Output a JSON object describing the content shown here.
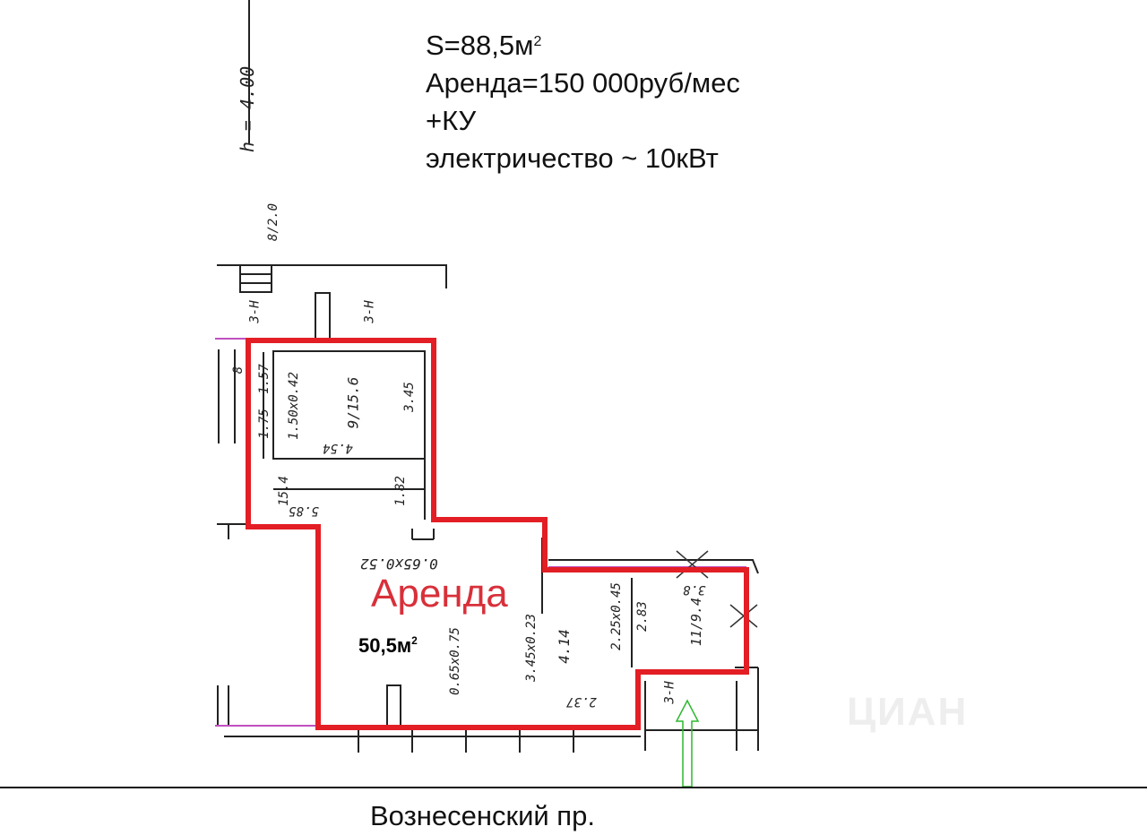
{
  "info": {
    "area_total": "S=88,5м",
    "area_sup": "2",
    "rent": "Аренда=150 000руб/мес",
    "utilities": "+КУ",
    "electricity": "электричество ~ 10кВт"
  },
  "plan": {
    "rent_label": "Аренда",
    "rent_area": "50,5м",
    "rent_area_sup": "2",
    "highlight_color": "#e31e24",
    "labels": {
      "height": "h = 4.00",
      "frac_top": "8/2.0",
      "stair_mark_1": "3-Н",
      "stair_mark_2": "3-Н",
      "stair_mark_3": "3-Н",
      "room9": "9/15.6",
      "dim_150": "1.50x0.42",
      "dim_345": "3.45",
      "dim_157": "1.57",
      "dim_175": "1.75",
      "dim_8": "8",
      "dim_454": "4.54",
      "dim_154": "15.4",
      "dim_182": "1.82",
      "dim_585": "5.85",
      "dim_065_052": "0.65x0.52",
      "dim_065_075": "0.65x0.75",
      "dim_345_023": "3.45x0.23",
      "dim_414": "4.14",
      "dim_237": "2.37",
      "dim_245": "2.25x0.45",
      "dim_283": "2.83",
      "room11": "11/9.4",
      "dim_38": "3.8"
    }
  },
  "street": "Вознесенский пр.",
  "watermark": "ЦИАН"
}
